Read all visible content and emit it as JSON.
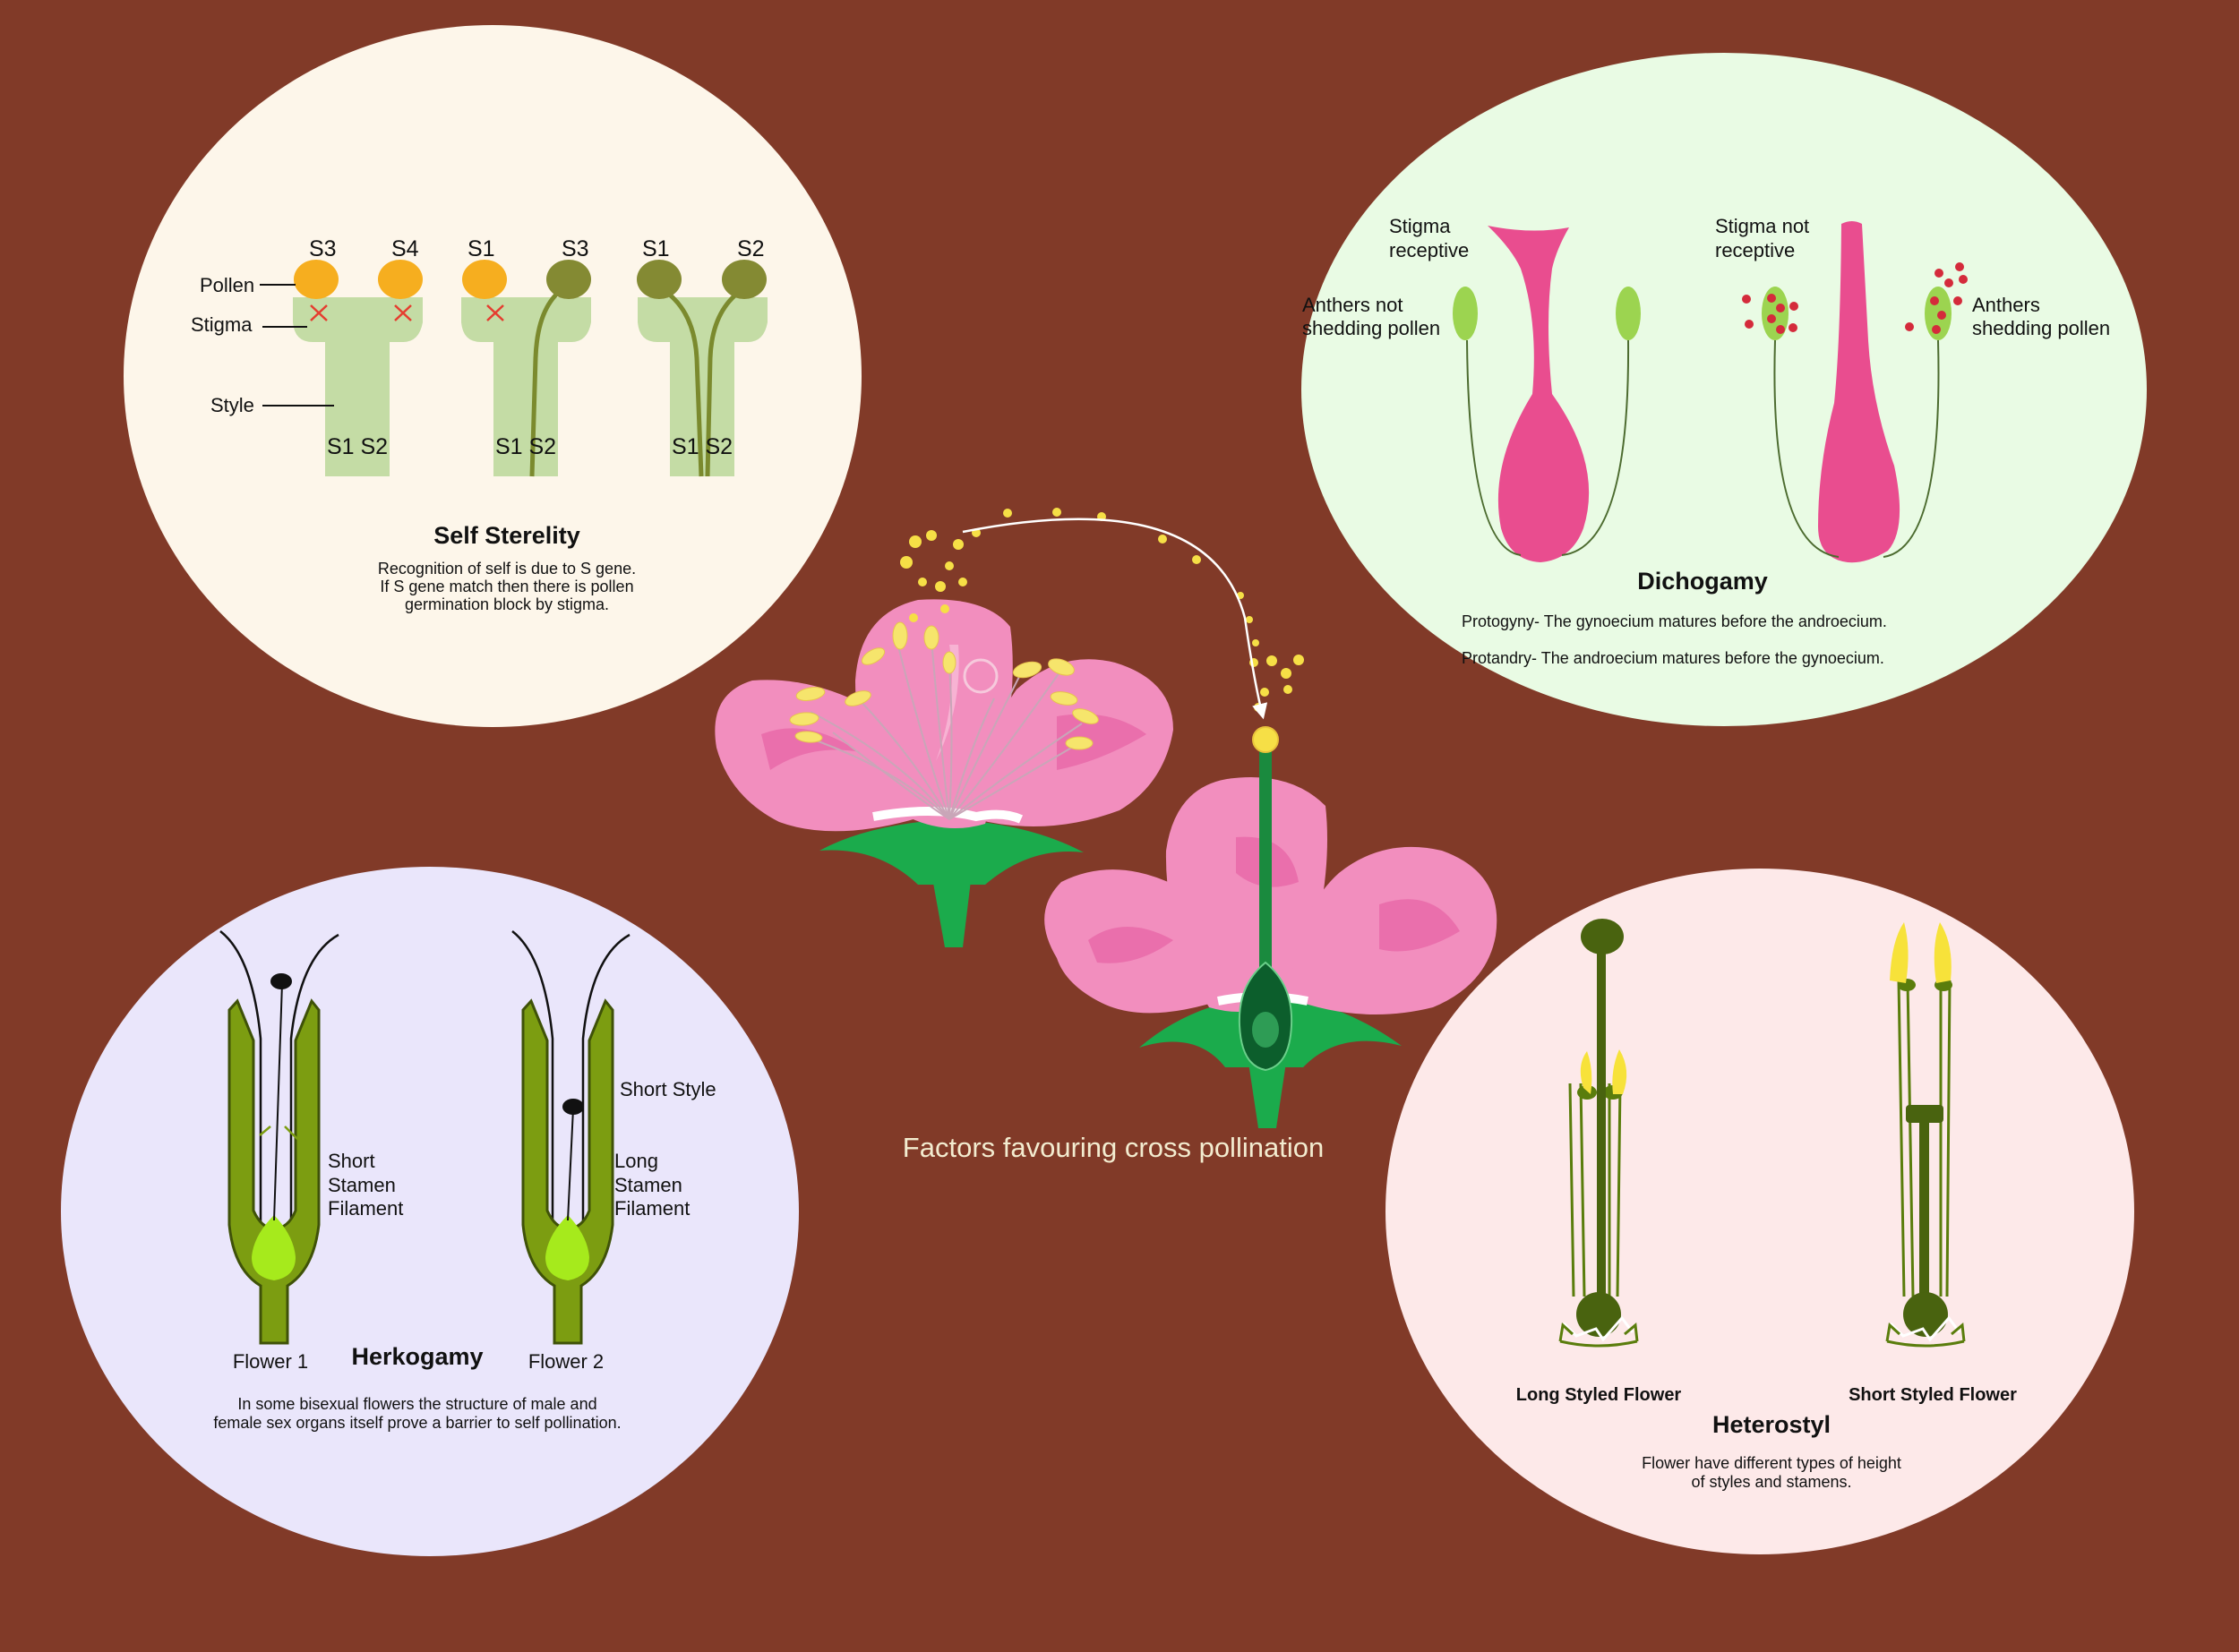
{
  "colors": {
    "background": "#813a28",
    "self_sterility_bg": "#fdf6ea",
    "dichogamy_bg": "#e9fbe4",
    "herkogamy_bg": "#eae6fb",
    "heterostyl_bg": "#fde9e9",
    "petal_pink": "#f28ebe",
    "pistil_pink": "#e94d8f",
    "stem_green": "#1bab4c",
    "pollen_yellow": "#f7db3a"
  },
  "main_caption": "Factors favouring cross pollination",
  "self_sterility": {
    "title": "Self Sterelity",
    "description": [
      "Recognition of self is due to S gene.",
      "If S gene match then there is pollen",
      "germination block by stigma."
    ],
    "labels": {
      "pollen": "Pollen",
      "stigma": "Stigma",
      "style": "Style"
    },
    "pistils": [
      {
        "pollen_left": "S3",
        "pollen_right": "S4",
        "style_genes": "S1 S2"
      },
      {
        "pollen_left": "S1",
        "pollen_right": "S3",
        "style_genes": "S1 S2"
      },
      {
        "pollen_left": "S1",
        "pollen_right": "S2",
        "style_genes": "S1 S2"
      }
    ]
  },
  "dichogamy": {
    "title": "Dichogamy",
    "stigma_receptive": [
      "Stigma",
      "receptive"
    ],
    "anthers_not_shedding": [
      "Anthers not",
      "shedding pollen"
    ],
    "stigma_not_receptive": [
      "Stigma not",
      "receptive"
    ],
    "anthers_shedding": [
      "Anthers",
      "shedding pollen"
    ],
    "protogyny": "Protogyny- The gynoecium matures before the androecium.",
    "protandry": "Protandry- The androecium matures before the gynoecium."
  },
  "herkogamy": {
    "title": "Herkogamy",
    "flower1": "Flower 1",
    "flower2": "Flower 2",
    "short_stamen": [
      "Short",
      "Stamen",
      "Filament"
    ],
    "short_style": "Short Style",
    "long_stamen": [
      "Long",
      "Stamen",
      "Filament"
    ],
    "description": [
      "In some bisexual flowers the structure of male and",
      "female sex organs itself prove a barrier to self pollination."
    ]
  },
  "heterostyl": {
    "title": "Heterostyl",
    "long_styled": "Long Styled Flower",
    "short_styled": "Short Styled Flower",
    "description": [
      "Flower have different types of height",
      "of styles and stamens."
    ]
  }
}
